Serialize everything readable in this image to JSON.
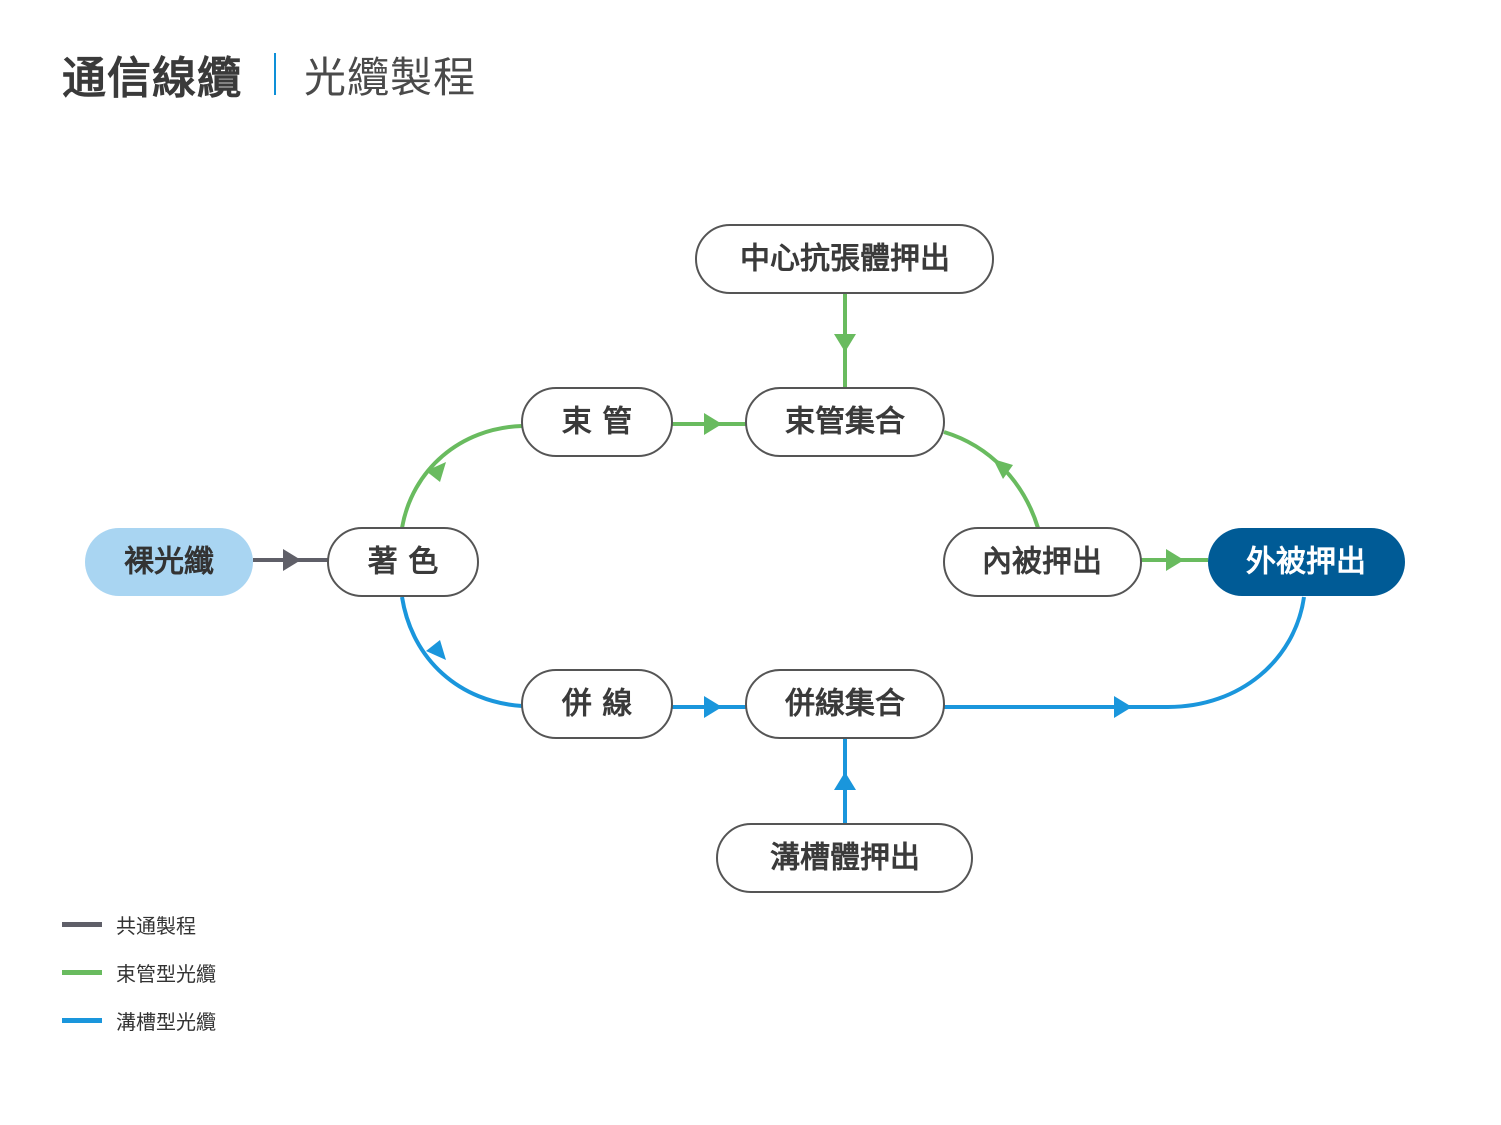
{
  "header": {
    "title": "通信線纜",
    "subtitle": "光纜製程"
  },
  "colors": {
    "common": "#5f5f68",
    "bundle": "#69bb5f",
    "groove": "#1a96dc",
    "node_stroke": "#555555",
    "start_fill": "#a9d5f2",
    "end_fill": "#005b96"
  },
  "nodes": {
    "bare_fiber": "裸光纖",
    "coloring": "著 色",
    "loose_tube": "束 管",
    "tube_stranding": "束管集合",
    "central_member": "中心抗張體押出",
    "inner_jacket": "內被押出",
    "outer_jacket": "外被押出",
    "ribbon": "併 線",
    "ribbon_stranding": "併線集合",
    "slot_extrusion": "溝槽體押出"
  },
  "legend": [
    {
      "label": "共通製程",
      "color": "#5f5f68"
    },
    {
      "label": "束管型光纜",
      "color": "#69bb5f"
    },
    {
      "label": "溝槽型光纜",
      "color": "#1a96dc"
    }
  ]
}
